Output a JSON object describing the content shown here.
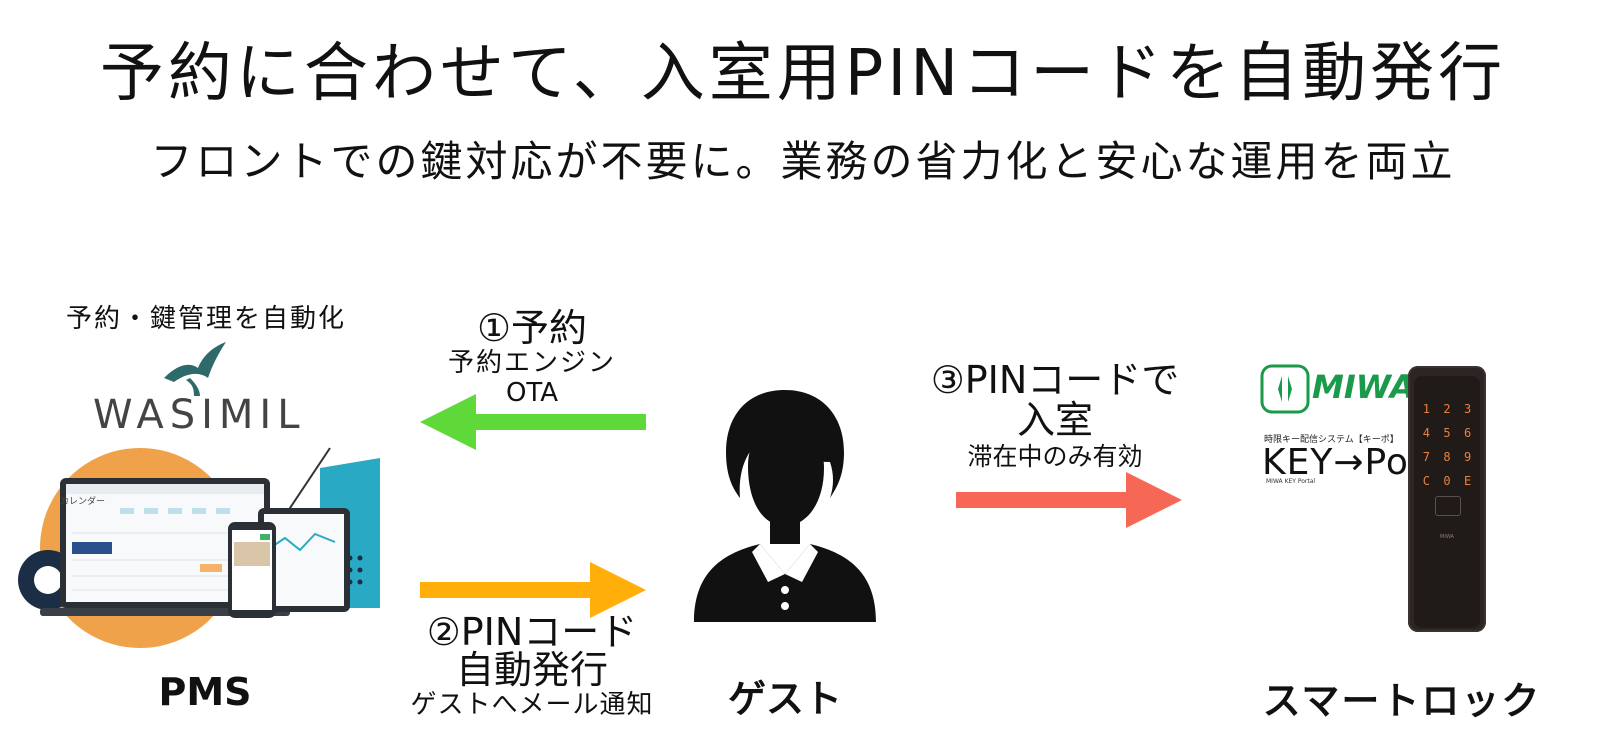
{
  "header": {
    "title": "予約に合わせて、入室用PINコードを自動発行",
    "subtitle": "フロントでの鍵対応が不要に。業務の省力化と安心な運用を両立"
  },
  "pms": {
    "caption": "予約・鍵管理を自動化",
    "logo_text": "WASIMIL",
    "screen_title": "カレンダー",
    "label": "PMS"
  },
  "guest": {
    "label": "ゲスト",
    "icon": "person-icon"
  },
  "lock": {
    "brand": "MIWA",
    "system_caption": "時限キー配信システム【キーポ】",
    "product": "KEY→Po",
    "product_sub": "MIWA KEY Portal",
    "keypad": [
      "1",
      "2",
      "3",
      "4",
      "5",
      "6",
      "7",
      "8",
      "9",
      "C",
      "0",
      "E"
    ],
    "device_brand": "MIWA",
    "label": "スマートロック"
  },
  "flows": {
    "step1": {
      "title": "①予約",
      "line1": "予約エンジン",
      "line2": "OTA",
      "color": "#5fd93a"
    },
    "step2": {
      "title1": "②PINコード",
      "title2": "自動発行",
      "note": "ゲストへメール通知",
      "color": "#ffae0a"
    },
    "step3": {
      "title1": "③PINコードで",
      "title2": "入室",
      "note": "滞在中のみ有効",
      "color": "#f76755"
    }
  }
}
